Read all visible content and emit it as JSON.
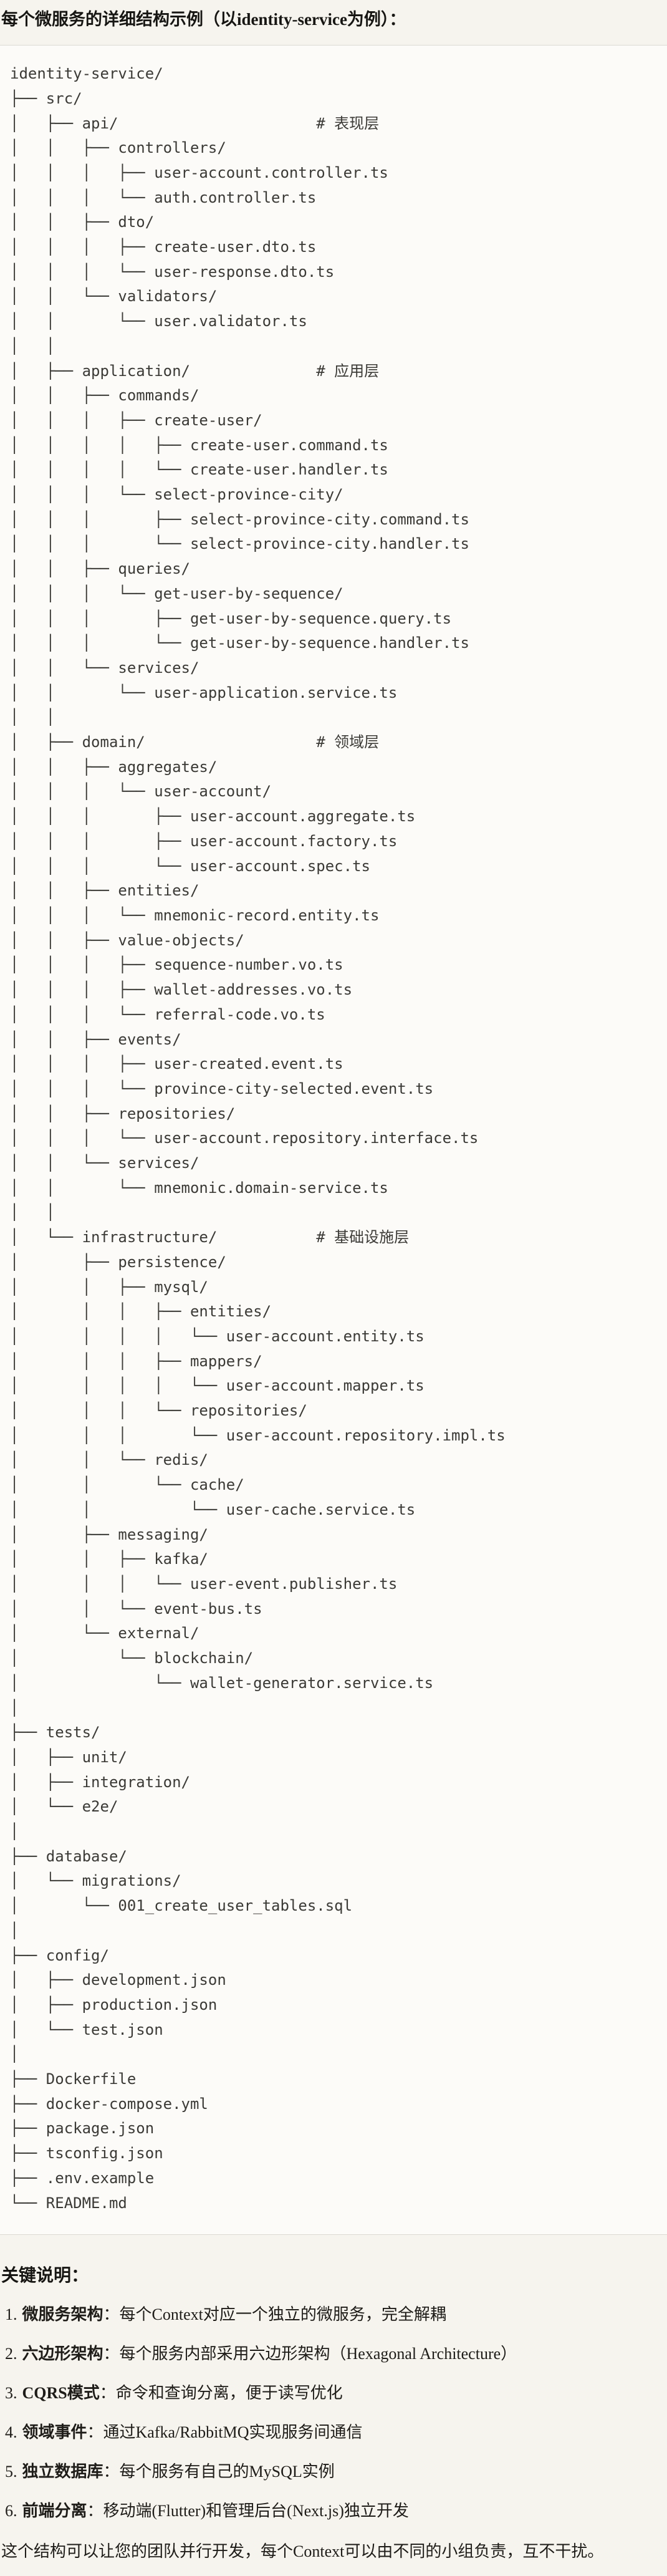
{
  "page": {
    "title": "每个微服务的详细结构示例（以identity-service为例）：",
    "tree": {
      "lines": [
        "identity-service/",
        "├── src/",
        "│   ├── api/                      # 表现层",
        "│   │   ├── controllers/",
        "│   │   │   ├── user-account.controller.ts",
        "│   │   │   └── auth.controller.ts",
        "│   │   ├── dto/",
        "│   │   │   ├── create-user.dto.ts",
        "│   │   │   └── user-response.dto.ts",
        "│   │   └── validators/",
        "│   │       └── user.validator.ts",
        "│   │",
        "│   ├── application/              # 应用层",
        "│   │   ├── commands/",
        "│   │   │   ├── create-user/",
        "│   │   │   │   ├── create-user.command.ts",
        "│   │   │   │   └── create-user.handler.ts",
        "│   │   │   └── select-province-city/",
        "│   │   │       ├── select-province-city.command.ts",
        "│   │   │       └── select-province-city.handler.ts",
        "│   │   ├── queries/",
        "│   │   │   └── get-user-by-sequence/",
        "│   │   │       ├── get-user-by-sequence.query.ts",
        "│   │   │       └── get-user-by-sequence.handler.ts",
        "│   │   └── services/",
        "│   │       └── user-application.service.ts",
        "│   │",
        "│   ├── domain/                   # 领域层",
        "│   │   ├── aggregates/",
        "│   │   │   └── user-account/",
        "│   │   │       ├── user-account.aggregate.ts",
        "│   │   │       ├── user-account.factory.ts",
        "│   │   │       └── user-account.spec.ts",
        "│   │   ├── entities/",
        "│   │   │   └── mnemonic-record.entity.ts",
        "│   │   ├── value-objects/",
        "│   │   │   ├── sequence-number.vo.ts",
        "│   │   │   ├── wallet-addresses.vo.ts",
        "│   │   │   └── referral-code.vo.ts",
        "│   │   ├── events/",
        "│   │   │   ├── user-created.event.ts",
        "│   │   │   └── province-city-selected.event.ts",
        "│   │   ├── repositories/",
        "│   │   │   └── user-account.repository.interface.ts",
        "│   │   └── services/",
        "│   │       └── mnemonic.domain-service.ts",
        "│   │",
        "│   └── infrastructure/           # 基础设施层",
        "│       ├── persistence/",
        "│       │   ├── mysql/",
        "│       │   │   ├── entities/",
        "│       │   │   │   └── user-account.entity.ts",
        "│       │   │   ├── mappers/",
        "│       │   │   │   └── user-account.mapper.ts",
        "│       │   │   └── repositories/",
        "│       │   │       └── user-account.repository.impl.ts",
        "│       │   └── redis/",
        "│       │       └── cache/",
        "│       │           └── user-cache.service.ts",
        "│       ├── messaging/",
        "│       │   ├── kafka/",
        "│       │   │   └── user-event.publisher.ts",
        "│       │   └── event-bus.ts",
        "│       └── external/",
        "│           └── blockchain/",
        "│               └── wallet-generator.service.ts",
        "│",
        "├── tests/",
        "│   ├── unit/",
        "│   ├── integration/",
        "│   └── e2e/",
        "│",
        "├── database/",
        "│   └── migrations/",
        "│       └── 001_create_user_tables.sql",
        "│",
        "├── config/",
        "│   ├── development.json",
        "│   ├── production.json",
        "│   └── test.json",
        "│",
        "├── Dockerfile",
        "├── docker-compose.yml",
        "├── package.json",
        "├── tsconfig.json",
        "├── .env.example",
        "└── README.md"
      ]
    },
    "notes": {
      "heading": "关键说明：",
      "items": [
        {
          "num": "1.",
          "term": "微服务架构",
          "colon": "：",
          "desc": "每个Context对应一个独立的微服务，完全解耦"
        },
        {
          "num": "2.",
          "term": "六边形架构",
          "colon": "：",
          "desc": "每个服务内部采用六边形架构（Hexagonal Architecture）"
        },
        {
          "num": "3.",
          "term": "CQRS模式",
          "colon": "：",
          "desc": "命令和查询分离，便于读写优化"
        },
        {
          "num": "4.",
          "term": "领域事件",
          "colon": "：",
          "desc": "通过Kafka/RabbitMQ实现服务间通信"
        },
        {
          "num": "5.",
          "term": "独立数据库",
          "colon": "：",
          "desc": "每个服务有自己的MySQL实例"
        },
        {
          "num": "6.",
          "term": "前端分离",
          "colon": "：",
          "desc": "移动端(Flutter)和管理后台(Next.js)独立开发"
        }
      ],
      "closing": "这个结构可以让您的团队并行开发，每个Context可以由不同的小组负责，互不干扰。"
    }
  }
}
